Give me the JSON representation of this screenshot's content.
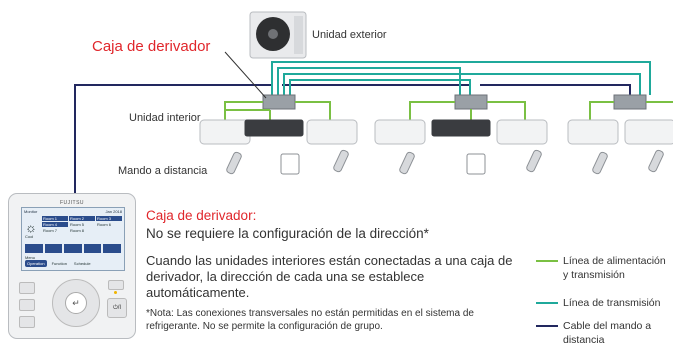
{
  "labels": {
    "outdoor_unit": "Unidad exterior",
    "branch_box": "Caja de derivador",
    "indoor_unit": "Unidad interior",
    "remote": "Mando a distancia"
  },
  "info": {
    "heading": "Caja de derivador:",
    "subheading": "No se requiere la configuración de la dirección*",
    "body": "Cuando las unidades interiores están conectadas a una caja de derivador, la dirección de cada una se establece automáticamente.",
    "note": "*Nota: Las conexiones transversales no están permitidas en el sistema de refrigerante. No se permite la configuración de grupo."
  },
  "legend": [
    {
      "text": "Línea de alimentación y transmisión",
      "color": "#7ac043"
    },
    {
      "text": "Línea de transmisión",
      "color": "#1fa99b"
    },
    {
      "text": "Cable del mando a distancia",
      "color": "#22285f"
    }
  ],
  "controller": {
    "brand": "FUJITSU",
    "screen_title": "Monitor",
    "screen_date": "Jan 2018",
    "rooms": [
      "Room 1",
      "Room 2",
      "Room 3",
      "Room 4",
      "Room 5",
      "Room 6",
      "Room 7",
      "Room 8"
    ],
    "mode": "Cool",
    "menu": "Menu",
    "tabs": [
      "Operation",
      "Function",
      "Schedule"
    ],
    "power": "⏻/I"
  }
}
